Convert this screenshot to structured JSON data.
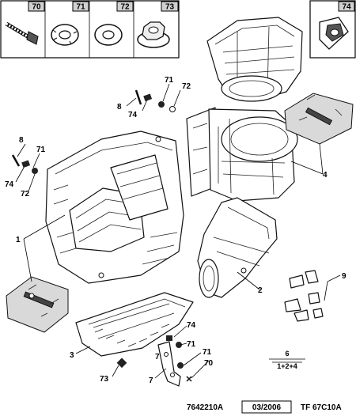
{
  "header_refs": [
    {
      "label": "70",
      "icon": "bolt-icon"
    },
    {
      "label": "71",
      "icon": "washer-icon"
    },
    {
      "label": "72",
      "icon": "flat-washer-icon"
    },
    {
      "label": "73",
      "icon": "nut-icon"
    }
  ],
  "header_ref_right": {
    "label": "74",
    "icon": "clip-nut-icon"
  },
  "callouts": {
    "n1": "1",
    "n2": "2",
    "n3": "3",
    "n4": "4",
    "n6": "6",
    "n9": "9",
    "n7a": "7",
    "n7b": "7",
    "n8a": "8",
    "n8b": "8",
    "n70": "70",
    "n71a": "71",
    "n71b": "71",
    "n71c": "71",
    "n71d": "71",
    "n72a": "72",
    "n72b": "72",
    "n73": "73",
    "n74a": "74",
    "n74b": "74",
    "n74c": "74"
  },
  "fraction": {
    "top": "6",
    "bottom": "1+2+4"
  },
  "footer": {
    "ref_code": "7642210A",
    "date": "03/2006",
    "tf_code": "TF 67C10A"
  }
}
